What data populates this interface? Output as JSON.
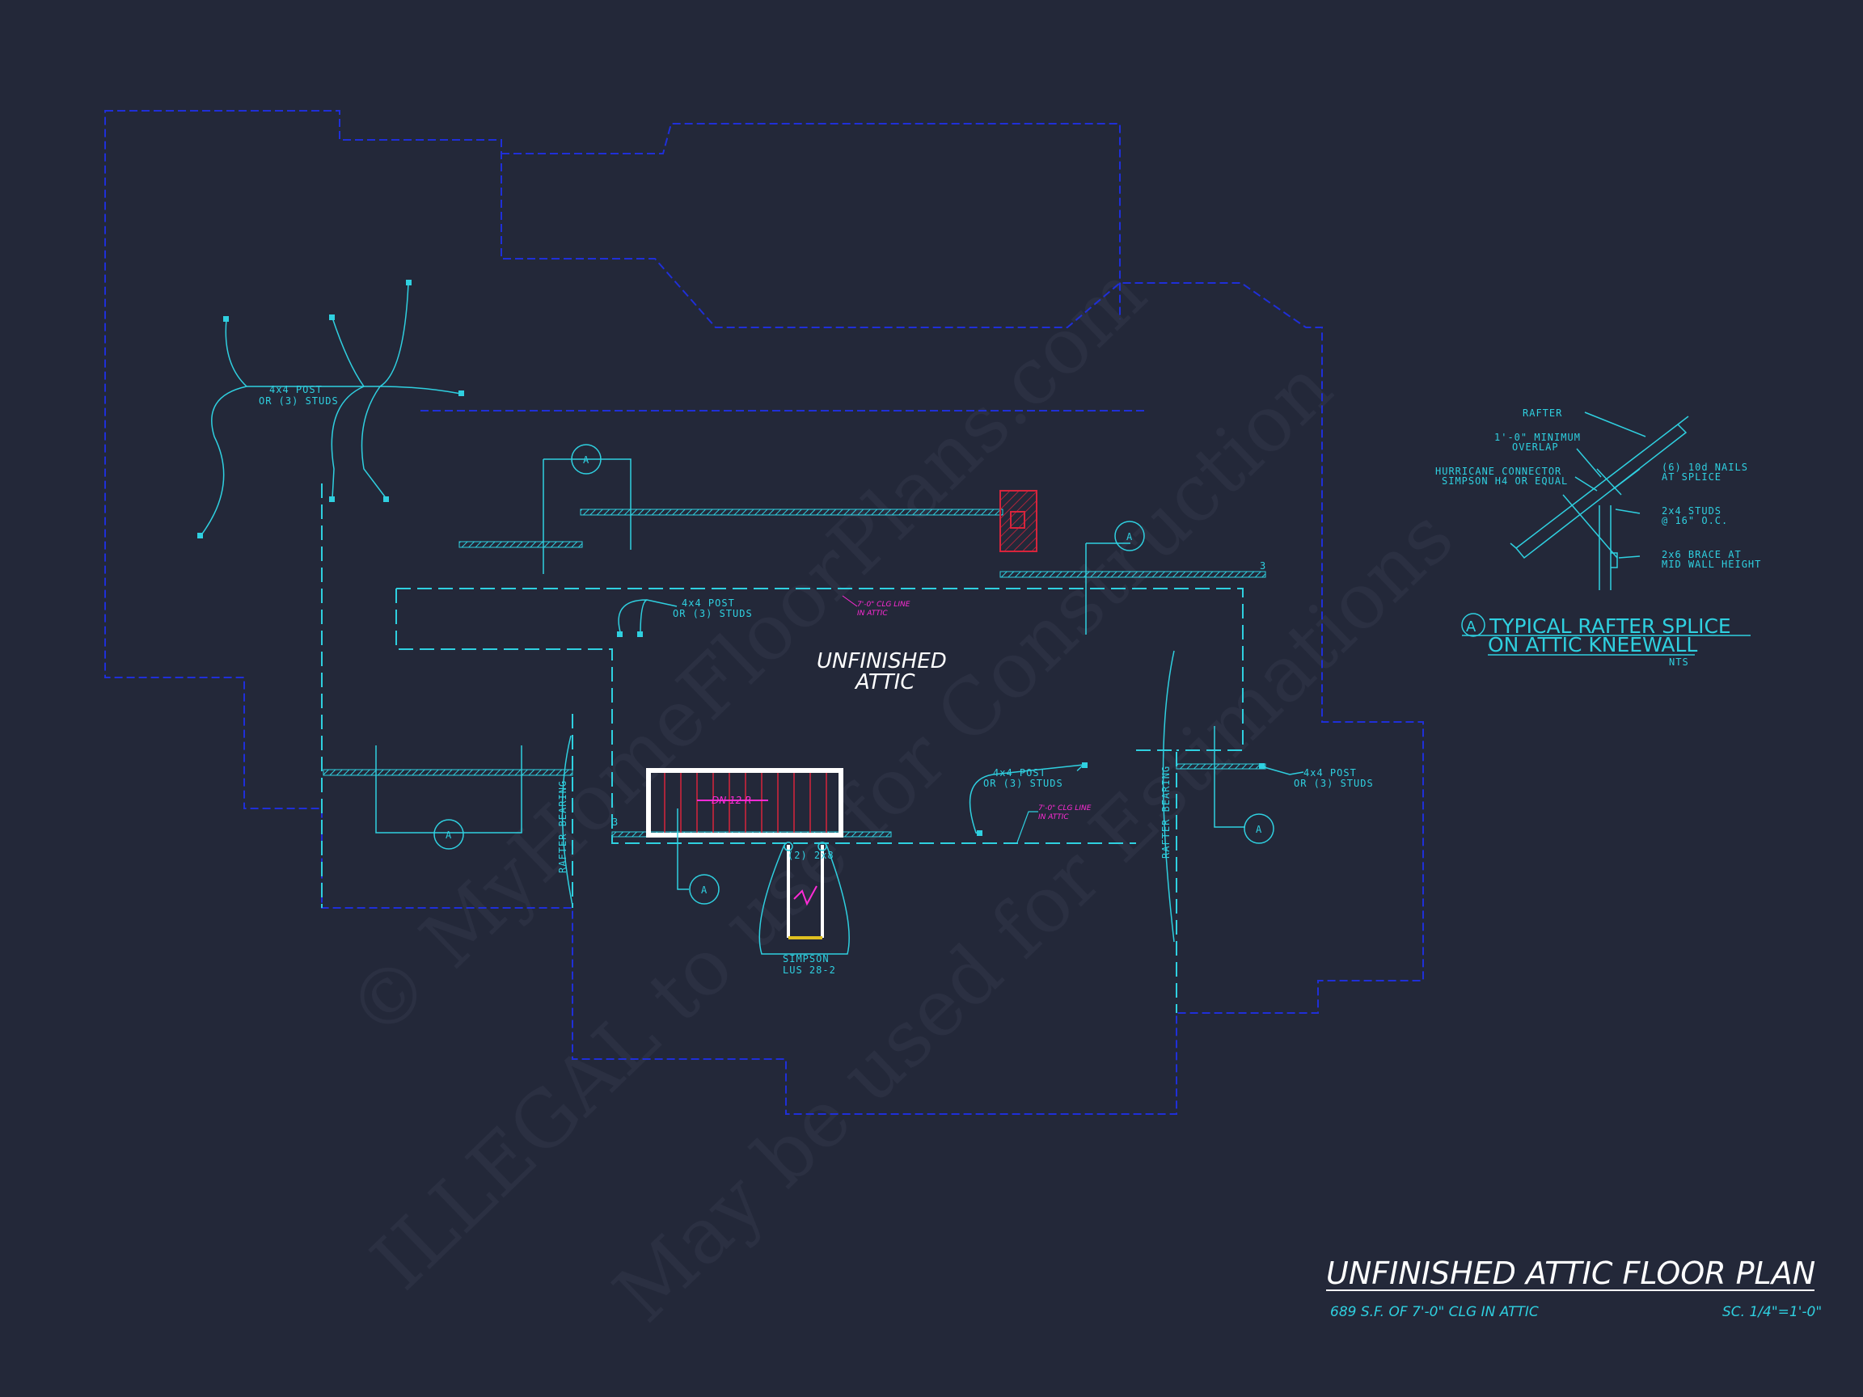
{
  "watermark": {
    "line1": "© MyHomeFloorPlans.com",
    "line2": "ILLEGAL to use for Construction",
    "line3": "May be used for Estimations"
  },
  "plan": {
    "room_line1": "UNFINISHED",
    "room_line2": "ATTIC",
    "title": "UNFINISHED ATTIC FLOOR PLAN",
    "area_note": "689 S.F. OF 7'-0\" CLG IN ATTIC",
    "scale": "SC. 1/4\"=1'-0\""
  },
  "notes": {
    "post_line1": "4x4 POST",
    "post_line2": "OR (3) STUDS",
    "clg_line1": "7'-0\" CLG LINE",
    "clg_line2": "IN ATTIC",
    "rafter_bearing": "RAFTER BEARING",
    "stair_label": "DN 12 R",
    "header": "(2) 2x8",
    "simpson1": "SIMPSON",
    "simpson2": "LUS 28-2",
    "section_marker": "A",
    "level_marker": "3"
  },
  "detail": {
    "marker": "A",
    "title_line1": "TYPICAL RAFTER SPLICE",
    "title_line2": "ON ATTIC KNEEWALL",
    "scale": "NTS",
    "rafter": "RAFTER",
    "overlap1": "1'-0\" MINIMUM",
    "overlap2": "OVERLAP",
    "connector1": "HURRICANE CONNECTOR",
    "connector2": "SIMPSON H4 OR EQUAL",
    "nails1": "(6) 10d NAILS",
    "nails2": "AT SPLICE",
    "studs1": "2x4 STUDS",
    "studs2": "@ 16\" O.C.",
    "brace1": "2x6 BRACE AT",
    "brace2": "MID WALL HEIGHT"
  },
  "colors": {
    "background": "#232839",
    "cyan": "#2fd0e0",
    "blue_dash": "#1f2fd8",
    "magenta": "#ff2bd6",
    "red": "#d8243c",
    "white": "#ffffff"
  }
}
